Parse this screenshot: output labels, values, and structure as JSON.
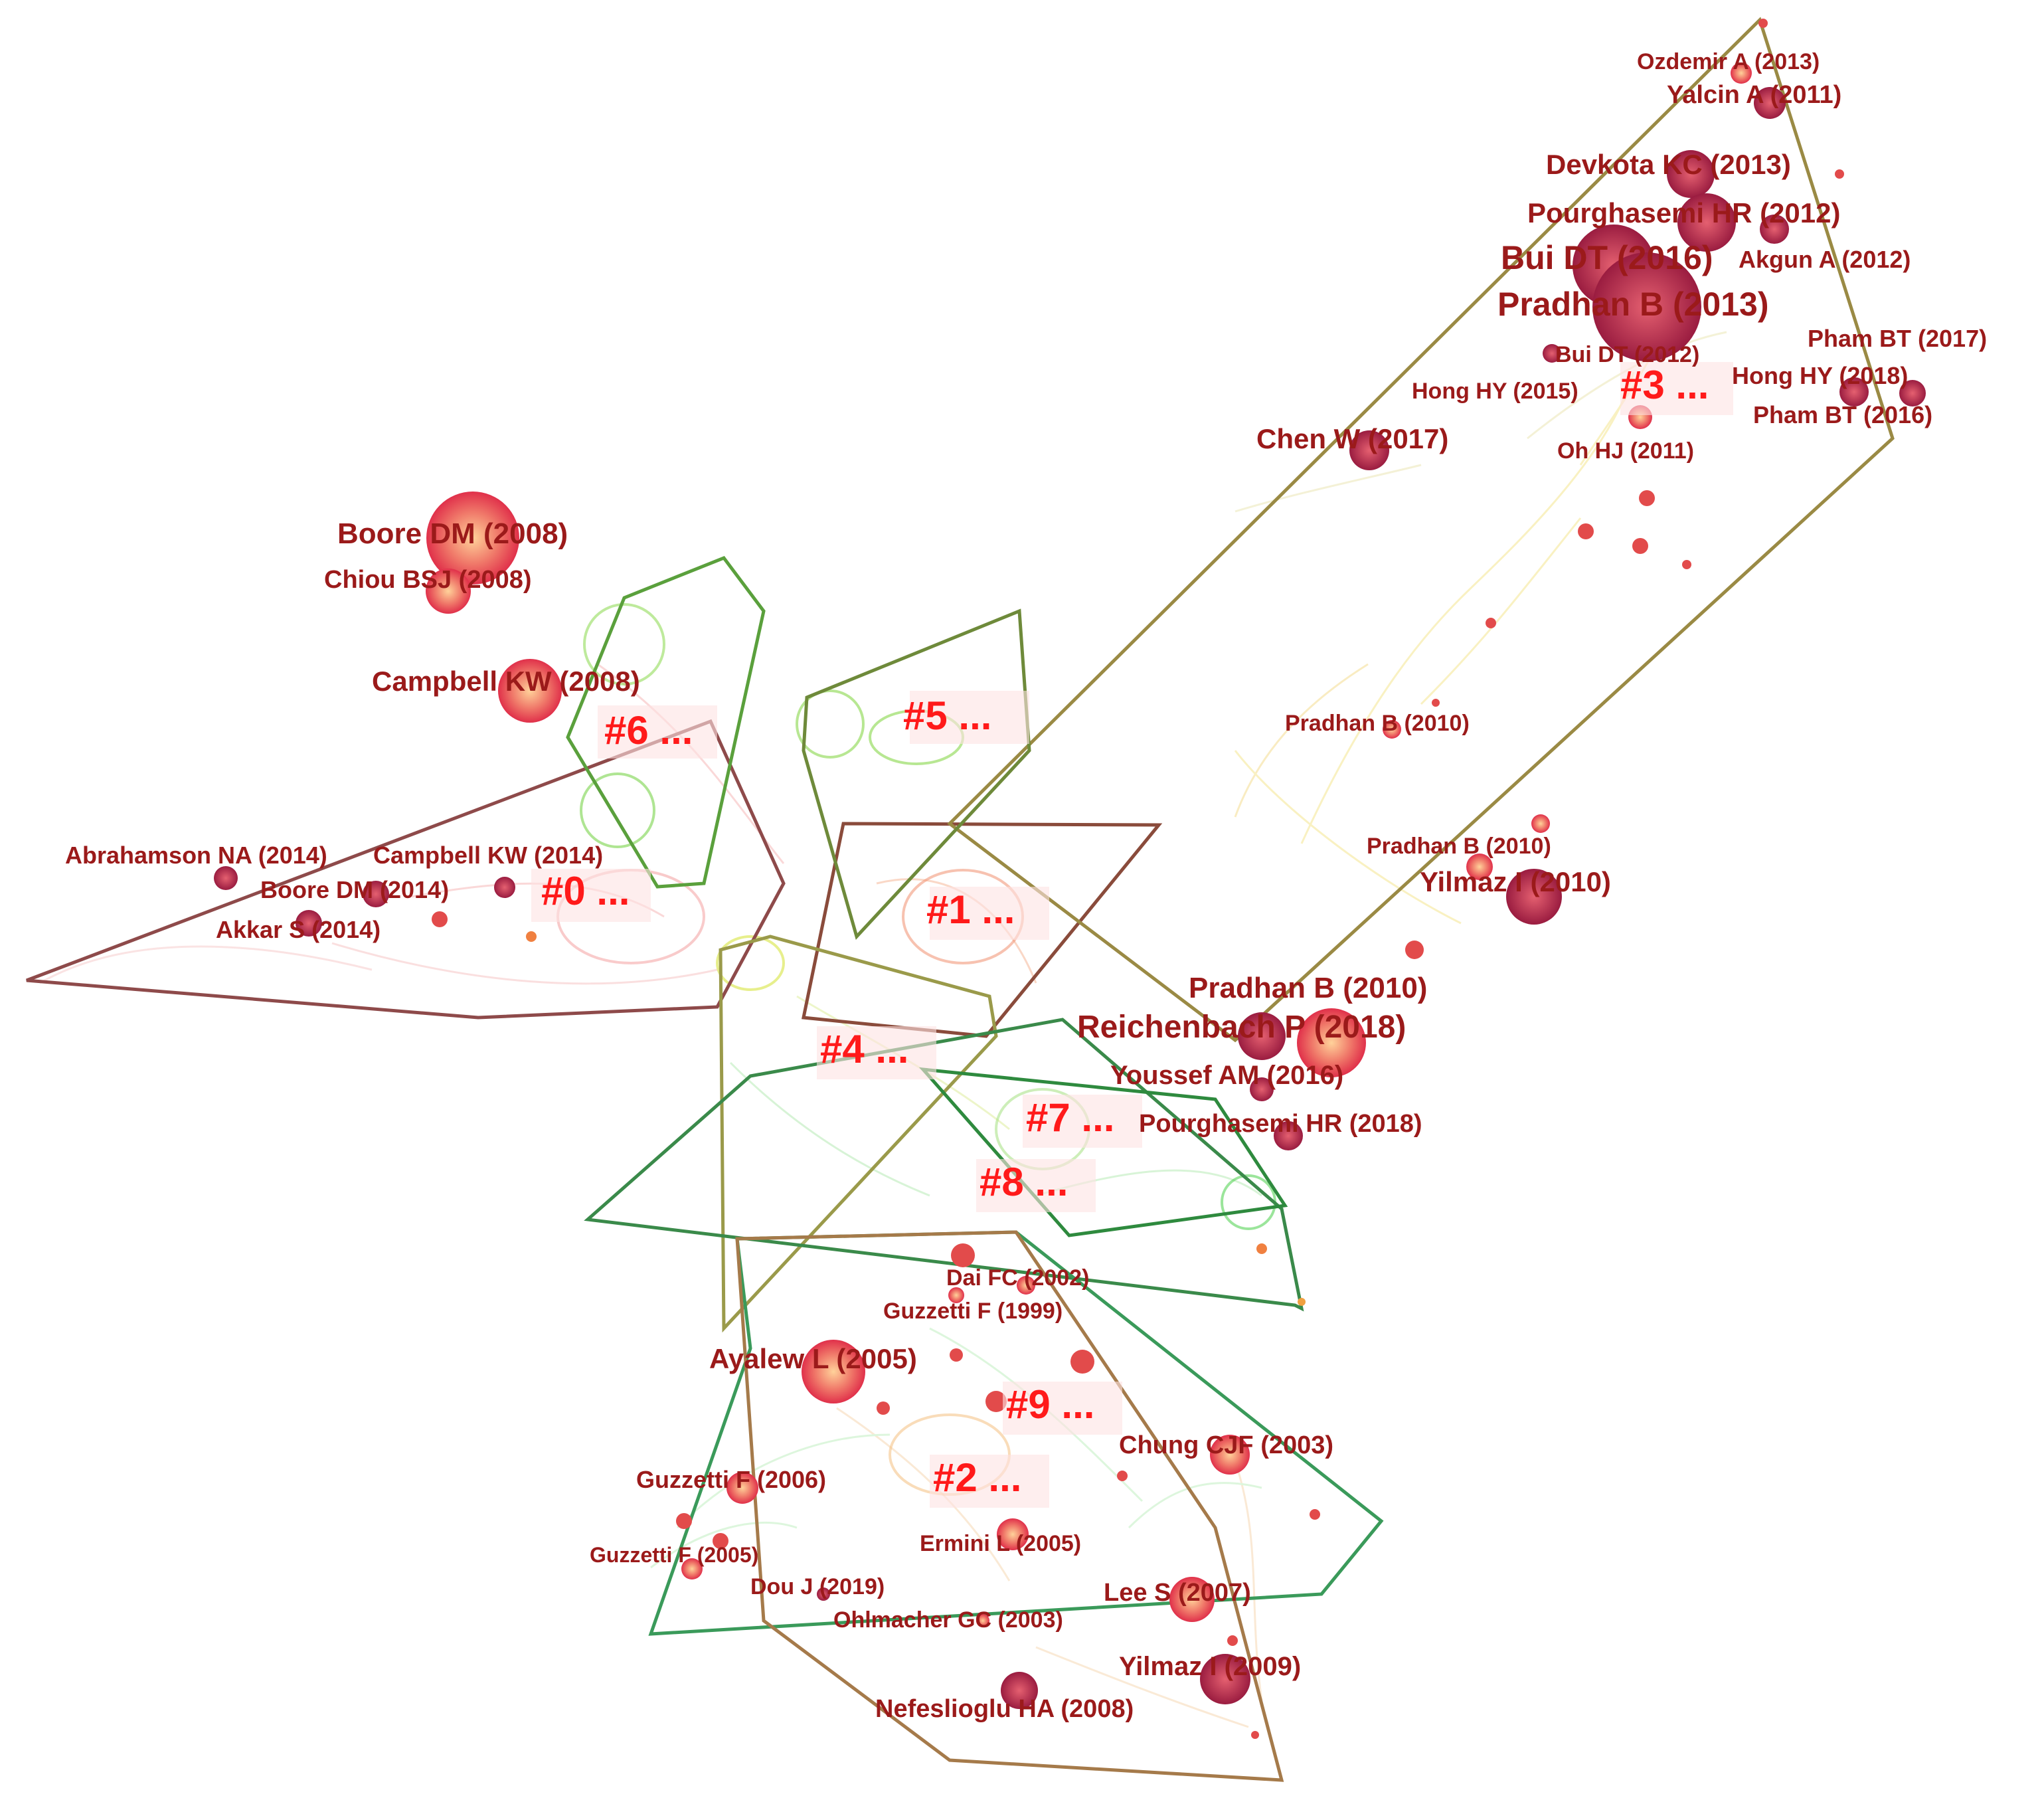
{
  "clusters": [
    {
      "label": "#0 ...",
      "color": "#8e4a4a"
    },
    {
      "label": "#1 ...",
      "color": "#8a4b3b"
    },
    {
      "label": "#2 ...",
      "color": "#a57a4a"
    },
    {
      "label": "#3 ...",
      "color": "#9a8a44"
    },
    {
      "label": "#4 ...",
      "color": "#9a9a4a"
    },
    {
      "label": "#5 ...",
      "color": "#6e8a3a"
    },
    {
      "label": "#6 ...",
      "color": "#5aa03c"
    },
    {
      "label": "#7 ...",
      "color": "#3a8a4a"
    },
    {
      "label": "#8 ...",
      "color": "#2e8a3e"
    },
    {
      "label": "#9 ...",
      "color": "#3a9a5a"
    }
  ],
  "nodes": [
    {
      "label": "Ozdemir A (2013)",
      "color": "#e24b4b"
    },
    {
      "label": "Yalcin A (2011)",
      "color": "#c9304a"
    },
    {
      "label": "Devkota KC (2013)",
      "color": "#c9304a"
    },
    {
      "label": "Pourghasemi HR (2012)",
      "color": "#c9304a"
    },
    {
      "label": "Bui DT (2016)",
      "color": "#b82a48"
    },
    {
      "label": "Akgun A (2012)",
      "color": "#c9304a"
    },
    {
      "label": "Pradhan B (2013)",
      "color": "#b82a48"
    },
    {
      "label": "Pham BT (2017)",
      "color": "#c9304a"
    },
    {
      "label": "Bui DT (2012)",
      "color": "#a02a48"
    },
    {
      "label": "Hong HY (2018)",
      "color": "#a02a48"
    },
    {
      "label": "Hong HY (2015)",
      "color": "#c9304a"
    },
    {
      "label": "Pham BT (2016)",
      "color": "#a02a48"
    },
    {
      "label": "Chen W (2017)",
      "color": "#a02a48"
    },
    {
      "label": "Oh HJ (2011)",
      "color": "#e24b4b"
    },
    {
      "label": "Boore DM (2008)",
      "color": "#e24b4b"
    },
    {
      "label": "Chiou BSJ (2008)",
      "color": "#e24b4b"
    },
    {
      "label": "Campbell KW (2008)",
      "color": "#e24b4b"
    },
    {
      "label": "Pradhan B (2010)",
      "color": "#e24b4b"
    },
    {
      "label": "Abrahamson NA (2014)",
      "color": "#a02a48"
    },
    {
      "label": "Campbell KW (2014)",
      "color": "#a02a48"
    },
    {
      "label": "Boore DM (2014)",
      "color": "#a02a48"
    },
    {
      "label": "Akkar S (2014)",
      "color": "#a02a48"
    },
    {
      "label": "Pradhan B (2010)",
      "color": "#e24b4b"
    },
    {
      "label": "Yilmaz I (2010)",
      "color": "#c9304a"
    },
    {
      "label": "Pradhan B (2010)",
      "color": "#a02a48"
    },
    {
      "label": "Reichenbach P (2018)",
      "color": "#c9304a"
    },
    {
      "label": "Youssef AM (2016)",
      "color": "#a02a48"
    },
    {
      "label": "Pourghasemi HR (2018)",
      "color": "#a02a48"
    },
    {
      "label": "Dai FC (2002)",
      "color": "#e24b4b"
    },
    {
      "label": "Guzzetti F (1999)",
      "color": "#e24b4b"
    },
    {
      "label": "Ayalew L (2005)",
      "color": "#e24b4b"
    },
    {
      "label": "Chung CJF (2003)",
      "color": "#e24b4b"
    },
    {
      "label": "Guzzetti F (2006)",
      "color": "#e24b4b"
    },
    {
      "label": "Ermini L (2005)",
      "color": "#e24b4b"
    },
    {
      "label": "Guzzetti F (2005)",
      "color": "#e24b4b"
    },
    {
      "label": "Dou J (2019)",
      "color": "#a02a48"
    },
    {
      "label": "Lee S (2007)",
      "color": "#e24b4b"
    },
    {
      "label": "Ohlmacher GC (2003)",
      "color": "#e24b4b"
    },
    {
      "label": "Yilmaz I (2009)",
      "color": "#c9304a"
    },
    {
      "label": "Nefeslioglu HA (2008)",
      "color": "#c9304a"
    }
  ]
}
